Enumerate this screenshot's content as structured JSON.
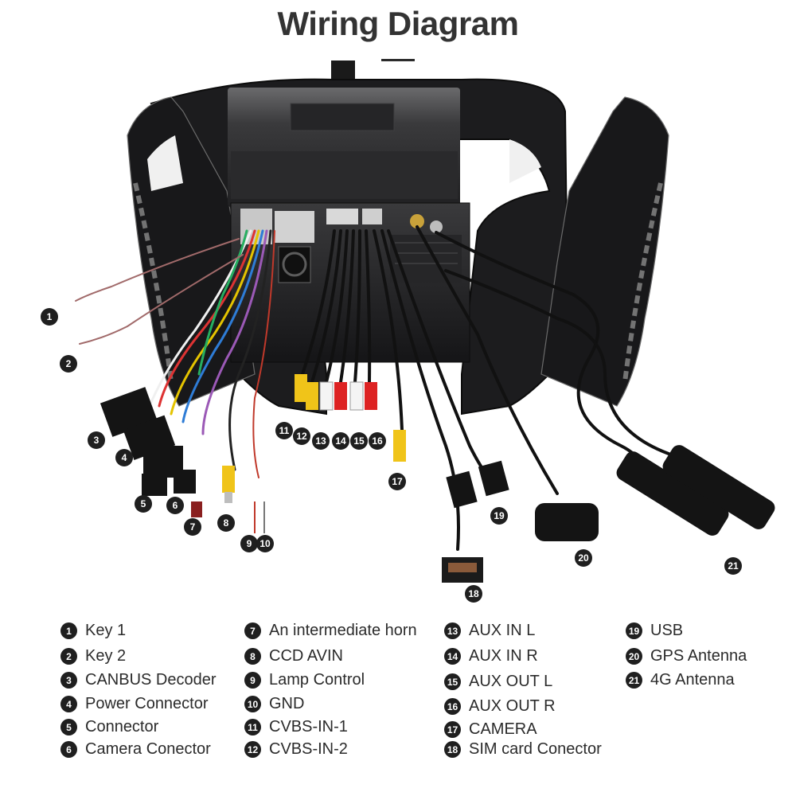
{
  "header": {
    "title": "Wiring Diagram"
  },
  "callouts": [
    "1",
    "2",
    "3",
    "4",
    "5",
    "6",
    "7",
    "8",
    "9",
    "10",
    "11",
    "12",
    "13",
    "14",
    "15",
    "16",
    "17",
    "18",
    "19",
    "20",
    "21"
  ],
  "legend": [
    {
      "num": "1",
      "label": "Key 1"
    },
    {
      "num": "2",
      "label": "Key 2"
    },
    {
      "num": "3",
      "label": "CANBUS Decoder"
    },
    {
      "num": "4",
      "label": "Power Connector"
    },
    {
      "num": "5",
      "label": "Connector"
    },
    {
      "num": "6",
      "label": "Camera Conector"
    },
    {
      "num": "7",
      "label": "An intermediate horn"
    },
    {
      "num": "8",
      "label": "CCD AVIN"
    },
    {
      "num": "9",
      "label": "Lamp Control"
    },
    {
      "num": "10",
      "label": "GND"
    },
    {
      "num": "11",
      "label": "CVBS-IN-1"
    },
    {
      "num": "12",
      "label": "CVBS-IN-2"
    },
    {
      "num": "13",
      "label": "AUX IN L"
    },
    {
      "num": "14",
      "label": "AUX IN R"
    },
    {
      "num": "15",
      "label": "AUX OUT L"
    },
    {
      "num": "16",
      "label": "AUX OUT R"
    },
    {
      "num": "17",
      "label": "CAMERA"
    },
    {
      "num": "18",
      "label": "SIM card Conector"
    },
    {
      "num": "19",
      "label": "USB"
    },
    {
      "num": "20",
      "label": "GPS Antenna"
    },
    {
      "num": "21",
      "label": "4G Antenna"
    }
  ]
}
